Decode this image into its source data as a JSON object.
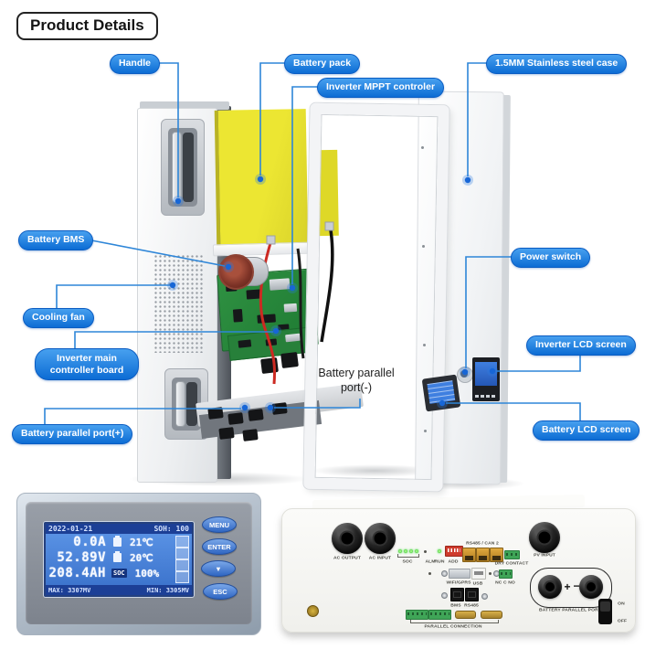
{
  "title": "Product Details",
  "colors": {
    "callout_blue": "#0c6cd4",
    "leader_line": "#2e86d8",
    "battery_yellow": "#e4de2f",
    "pcb_green": "#2f9142",
    "lcd_blue": "#4a86da"
  },
  "callouts": {
    "handle": "Handle",
    "battery_pack": "Battery pack",
    "inverter_mppt": "Inverter MPPT controler",
    "steel_case": "1.5MM Stainless steel case",
    "battery_bms": "Battery BMS",
    "cooling_fan": "Cooling fan",
    "inverter_main_line1": "Inverter main",
    "inverter_main_line2": "controller board",
    "battery_parallel_plus": "Battery parallel port(+)",
    "battery_parallel_minus_line1": "Battery parallel",
    "battery_parallel_minus_line2": "port(-)",
    "power_switch": "Power switch",
    "inverter_lcd": "Inverter LCD screen",
    "battery_lcd": "Battery LCD screen"
  },
  "lcd": {
    "date": "2022-01-21",
    "soh": "SOH: 100",
    "current": "0.0A",
    "temp_top": "21℃",
    "voltage": "52.89V",
    "temp_mid": "20℃",
    "capacity": "208.4AH",
    "soc_label": "SOC",
    "soc_value": "100%",
    "max": "MAX: 3307MV",
    "min": "MIN: 3305MV",
    "buttons": {
      "menu": "MENU",
      "enter": "ENTER",
      "down": "▼",
      "esc": "ESC"
    }
  },
  "rear_panel": {
    "ac_output": "AC OUTPUT",
    "ac_input": "AC INPUT",
    "pv_input": "PV INPUT",
    "soc": "SOC",
    "alm": "ALM",
    "run": "RUN",
    "add": "ADD",
    "rs485_can2": "RS485 / CAN 2",
    "dry_contact": "DRY CONTACT",
    "wifi_gprs": "WIFI/GPRS",
    "usb": "USB",
    "nc_c_no": "NC C NO",
    "bms": "BMS",
    "rs485": "RS485",
    "parallel_connection": "PARALLEL CONNECTION",
    "battery_parallel_port": "BATTERY PARALLEL PORT",
    "plus": "+",
    "minus": "−",
    "on": "ON",
    "off": "OFF"
  }
}
